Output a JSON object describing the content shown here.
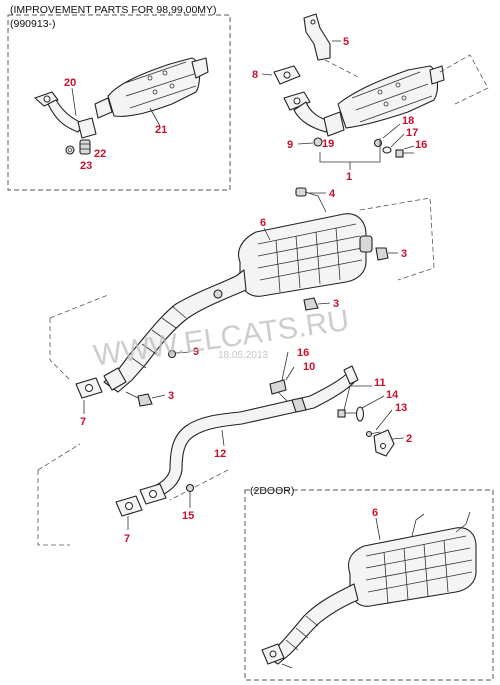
{
  "header": {
    "line1": "(IMPROVEMENT PARTS FOR 98,99,00MY)",
    "line2": "(990913-)"
  },
  "inset_2door": {
    "label": "(2DOOR)"
  },
  "watermark": {
    "text": "WWW.ELCATS.RU",
    "date": "18.05.2013"
  },
  "callouts": {
    "c1": "1",
    "c2": "2",
    "c3a": "3",
    "c3b": "3",
    "c3c": "3",
    "c4": "4",
    "c5": "5",
    "c6a": "6",
    "c6b": "6",
    "c7a": "7",
    "c7b": "7",
    "c8": "8",
    "c9a": "9",
    "c9b": "9",
    "c10": "10",
    "c11": "11",
    "c12": "12",
    "c13": "13",
    "c14": "14",
    "c15": "15",
    "c16a": "16",
    "c16b": "16",
    "c17": "17",
    "c18": "18",
    "c19": "19",
    "c20": "20",
    "c21": "21",
    "c22": "22",
    "c23": "23"
  },
  "colors": {
    "callout": "#c8102e",
    "line": "#222222",
    "box": "#555555"
  }
}
